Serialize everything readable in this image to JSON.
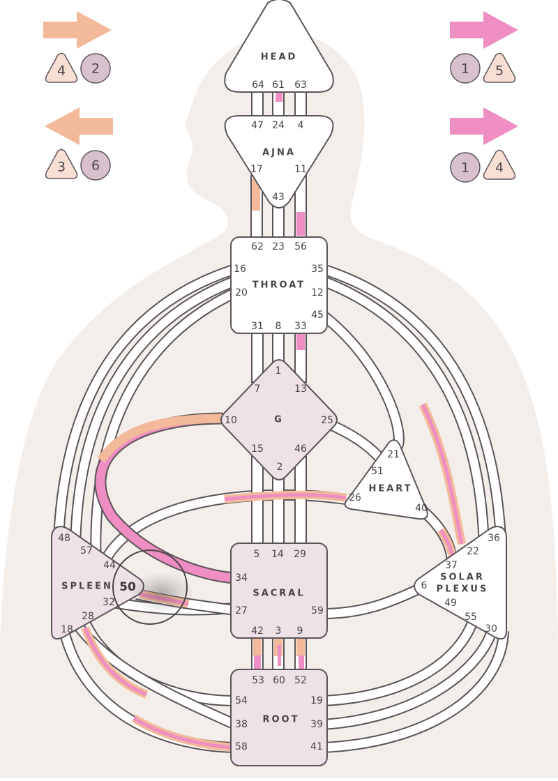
{
  "colors": {
    "background": "#ffffff",
    "silhouette": "#f3eee9",
    "outline": "#5a5458",
    "defined_center": "#efe1e8",
    "open_center": "#ffffff",
    "personality": "#ee8ec2",
    "design": "#f2b99a",
    "circle_marker": "#d8c0cf",
    "triangle_marker": "#f8dfd4"
  },
  "arrows": {
    "top_left": {
      "direction": "right",
      "color": "#f2b99a",
      "circle": "2",
      "triangle": "4",
      "icon": "right-arrow-icon"
    },
    "bottom_left": {
      "direction": "left",
      "color": "#f2b99a",
      "circle": "6",
      "triangle": "3",
      "icon": "left-arrow-icon"
    },
    "top_right": {
      "direction": "right",
      "color": "#ee8ec2",
      "circle": "1",
      "triangle": "5",
      "icon": "right-arrow-icon"
    },
    "bottom_right": {
      "direction": "right",
      "color": "#ee8ec2",
      "circle": "1",
      "triangle": "4",
      "icon": "right-arrow-icon"
    }
  },
  "centers": {
    "head": {
      "label": "HEAD",
      "defined": false,
      "gates": [
        "64",
        "61",
        "63"
      ]
    },
    "ajna": {
      "label": "AJNA",
      "defined": false,
      "gates": [
        "47",
        "24",
        "4",
        "17",
        "11",
        "43"
      ]
    },
    "throat": {
      "label": "THROAT",
      "defined": false,
      "gates": [
        "62",
        "23",
        "56",
        "16",
        "35",
        "20",
        "12",
        "45",
        "31",
        "8",
        "33"
      ]
    },
    "g": {
      "label": "G",
      "defined": true,
      "gates": [
        "1",
        "7",
        "13",
        "10",
        "25",
        "15",
        "46",
        "2"
      ]
    },
    "heart": {
      "label": "HEART",
      "defined": false,
      "gates": [
        "21",
        "51",
        "26",
        "40"
      ]
    },
    "sacral": {
      "label": "SACRAL",
      "defined": true,
      "gates": [
        "5",
        "14",
        "29",
        "34",
        "27",
        "59",
        "42",
        "3",
        "9"
      ]
    },
    "spleen": {
      "label": "SPLEEN",
      "defined": true,
      "gates": [
        "48",
        "57",
        "44",
        "50",
        "32",
        "28",
        "18"
      ]
    },
    "solar_plexus": {
      "label_line1": "SOLAR",
      "label_line2": "PLEXUS",
      "defined": false,
      "gates": [
        "36",
        "22",
        "37",
        "6",
        "49",
        "55",
        "30"
      ]
    },
    "root": {
      "label": "ROOT",
      "defined": true,
      "gates": [
        "53",
        "60",
        "52",
        "54",
        "19",
        "38",
        "39",
        "58",
        "41"
      ]
    }
  },
  "highlighted_gate": "50"
}
